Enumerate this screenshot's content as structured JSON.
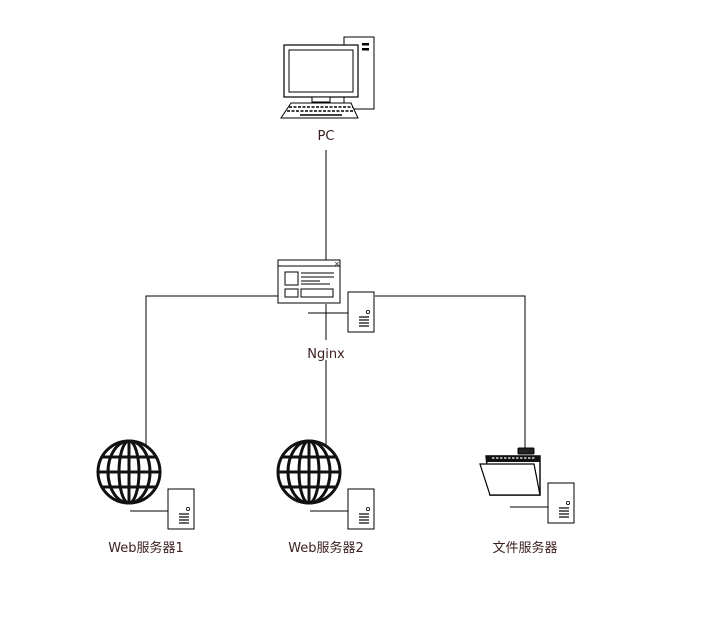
{
  "nodes": {
    "pc": {
      "label": "PC",
      "icon": "desktop-computer-icon"
    },
    "nginx": {
      "label": "Nginx",
      "icon": "web-app-server-icon"
    },
    "web1": {
      "label": "Web服务器1",
      "icon": "globe-server-icon"
    },
    "web2": {
      "label": "Web服务器2",
      "icon": "globe-server-icon"
    },
    "file": {
      "label": "文件服务器",
      "icon": "folder-server-icon"
    }
  },
  "colors": {
    "line": "#000000",
    "label": "#3b1f1f",
    "background": "#ffffff"
  }
}
